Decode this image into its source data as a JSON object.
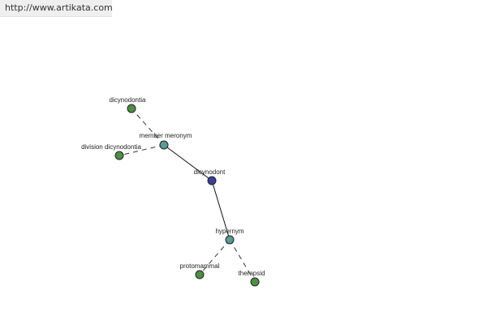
{
  "header": {
    "url": "http://www.artikata.com"
  },
  "graph": {
    "colors": {
      "leaf": "#4f8f45",
      "relation": "#5a9a96",
      "center": "#3a3f9a"
    },
    "nodes": [
      {
        "id": "dicynodontia",
        "label": "dicynodontia",
        "kind": "leaf"
      },
      {
        "id": "member_meronym",
        "label": "member meronym",
        "kind": "relation"
      },
      {
        "id": "division_dicynodontia",
        "label": "division dicynodontia",
        "kind": "leaf"
      },
      {
        "id": "dicynodont",
        "label": "dicynodont",
        "kind": "center"
      },
      {
        "id": "hypernym",
        "label": "hypernym",
        "kind": "relation"
      },
      {
        "id": "protomammal",
        "label": "protomammal",
        "kind": "leaf"
      },
      {
        "id": "therapsid",
        "label": "therapsid",
        "kind": "leaf"
      }
    ],
    "edges": [
      {
        "from": "member_meronym",
        "to": "dicynodont",
        "style": "solid"
      },
      {
        "from": "dicynodont",
        "to": "hypernym",
        "style": "solid"
      },
      {
        "from": "member_meronym",
        "to": "dicynodontia",
        "style": "dashed"
      },
      {
        "from": "member_meronym",
        "to": "division_dicynodontia",
        "style": "dashed"
      },
      {
        "from": "hypernym",
        "to": "protomammal",
        "style": "dashed"
      },
      {
        "from": "hypernym",
        "to": "therapsid",
        "style": "dashed"
      }
    ]
  }
}
